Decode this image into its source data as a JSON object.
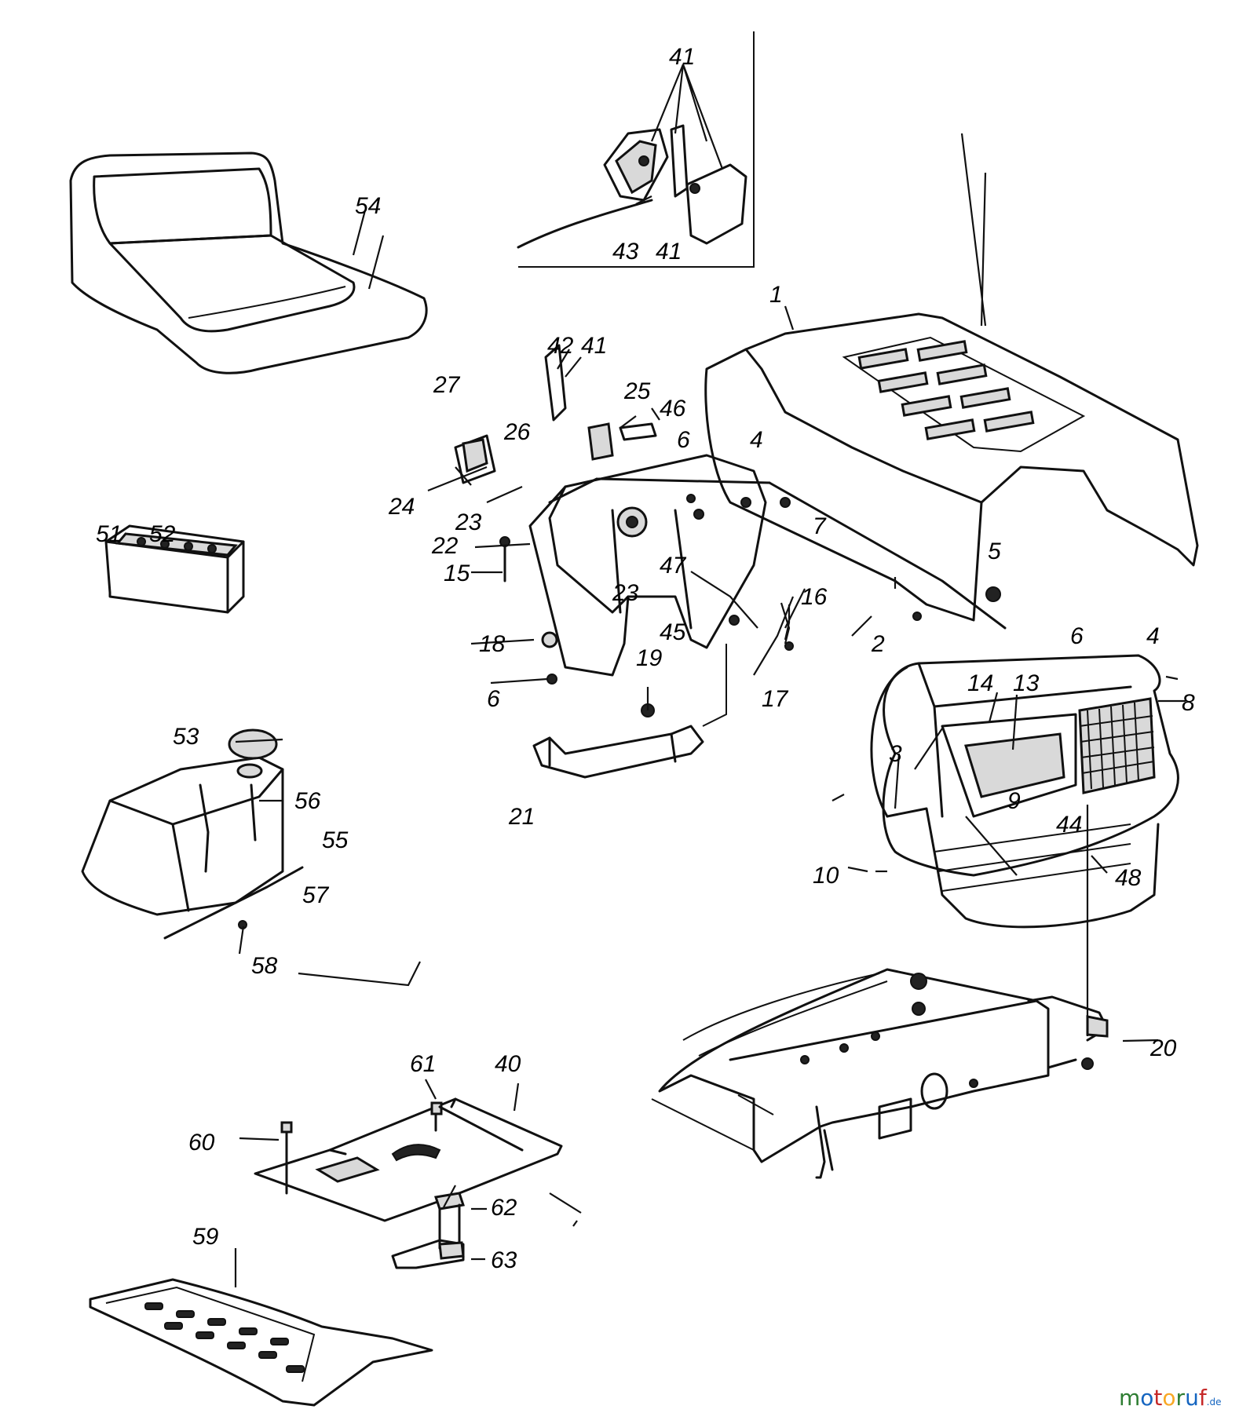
{
  "watermark": {
    "brand": "motoruf",
    "suffix": ".de",
    "colors": [
      "#2e7d32",
      "#1565c0",
      "#c62828",
      "#f9a825"
    ]
  },
  "callouts": [
    {
      "id": "c41a",
      "text": "41"
    },
    {
      "id": "c41b",
      "text": "41"
    },
    {
      "id": "c43",
      "text": "43"
    },
    {
      "id": "c54",
      "text": "54"
    },
    {
      "id": "c1",
      "text": "1"
    },
    {
      "id": "c42",
      "text": "42"
    },
    {
      "id": "c41c",
      "text": "41"
    },
    {
      "id": "c27",
      "text": "27"
    },
    {
      "id": "c25",
      "text": "25"
    },
    {
      "id": "c46",
      "text": "46"
    },
    {
      "id": "c26",
      "text": "26"
    },
    {
      "id": "c6a",
      "text": "6"
    },
    {
      "id": "c4a",
      "text": "4"
    },
    {
      "id": "c24",
      "text": "24"
    },
    {
      "id": "c23a",
      "text": "23"
    },
    {
      "id": "c7",
      "text": "7"
    },
    {
      "id": "c51",
      "text": "51"
    },
    {
      "id": "c52",
      "text": "52"
    },
    {
      "id": "c22",
      "text": "22"
    },
    {
      "id": "c15",
      "text": "15"
    },
    {
      "id": "c23b",
      "text": "23"
    },
    {
      "id": "c47",
      "text": "47"
    },
    {
      "id": "c5",
      "text": "5"
    },
    {
      "id": "c16",
      "text": "16"
    },
    {
      "id": "c45",
      "text": "45"
    },
    {
      "id": "c18",
      "text": "18"
    },
    {
      "id": "c2",
      "text": "2"
    },
    {
      "id": "c6b",
      "text": "6"
    },
    {
      "id": "c4b",
      "text": "4"
    },
    {
      "id": "c19",
      "text": "19"
    },
    {
      "id": "c14",
      "text": "14"
    },
    {
      "id": "c13",
      "text": "13"
    },
    {
      "id": "c8",
      "text": "8"
    },
    {
      "id": "c6c",
      "text": "6"
    },
    {
      "id": "c17",
      "text": "17"
    },
    {
      "id": "c53",
      "text": "53"
    },
    {
      "id": "c3",
      "text": "3"
    },
    {
      "id": "c56",
      "text": "56"
    },
    {
      "id": "c9",
      "text": "9"
    },
    {
      "id": "c21",
      "text": "21"
    },
    {
      "id": "c55",
      "text": "55"
    },
    {
      "id": "c44",
      "text": "44"
    },
    {
      "id": "c10",
      "text": "10"
    },
    {
      "id": "c48",
      "text": "48"
    },
    {
      "id": "c57",
      "text": "57"
    },
    {
      "id": "c58",
      "text": "58"
    },
    {
      "id": "c20",
      "text": "20"
    },
    {
      "id": "c61",
      "text": "61"
    },
    {
      "id": "c40",
      "text": "40"
    },
    {
      "id": "c60",
      "text": "60"
    },
    {
      "id": "c62",
      "text": "62"
    },
    {
      "id": "c59",
      "text": "59"
    },
    {
      "id": "c63",
      "text": "63"
    }
  ]
}
